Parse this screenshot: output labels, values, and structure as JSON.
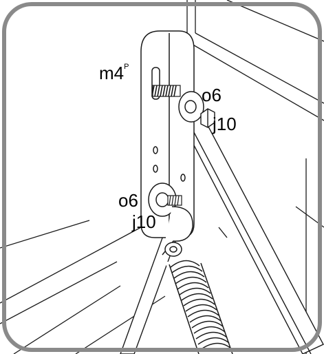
{
  "labels": {
    "m4": "m4",
    "m4_superscript": "P",
    "o6_top": "o6",
    "j10_top": "j10",
    "o6_bottom": "o6",
    "j10_bottom": "j10"
  },
  "colors": {
    "frame": "#8a8a8a",
    "line": "#1a1a1a",
    "background": "#ffffff"
  }
}
